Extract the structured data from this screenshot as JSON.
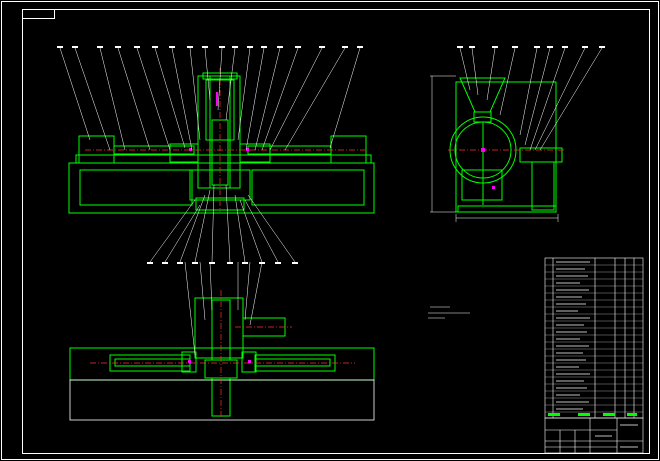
{
  "drawing": {
    "background": "#000000",
    "colors": {
      "frame": "#ffffff",
      "outline": "#00ff00",
      "leader": "#ffffff",
      "centerline": "#ff3030",
      "accent": "#ff00ff"
    },
    "views": [
      "front-section",
      "side-view",
      "bottom-section"
    ],
    "dimension_texts": {
      "front_side": "",
      "side_width": "",
      "side_height": "",
      "bottom_length": ""
    },
    "bom_title": "",
    "title_block_label": ""
  }
}
